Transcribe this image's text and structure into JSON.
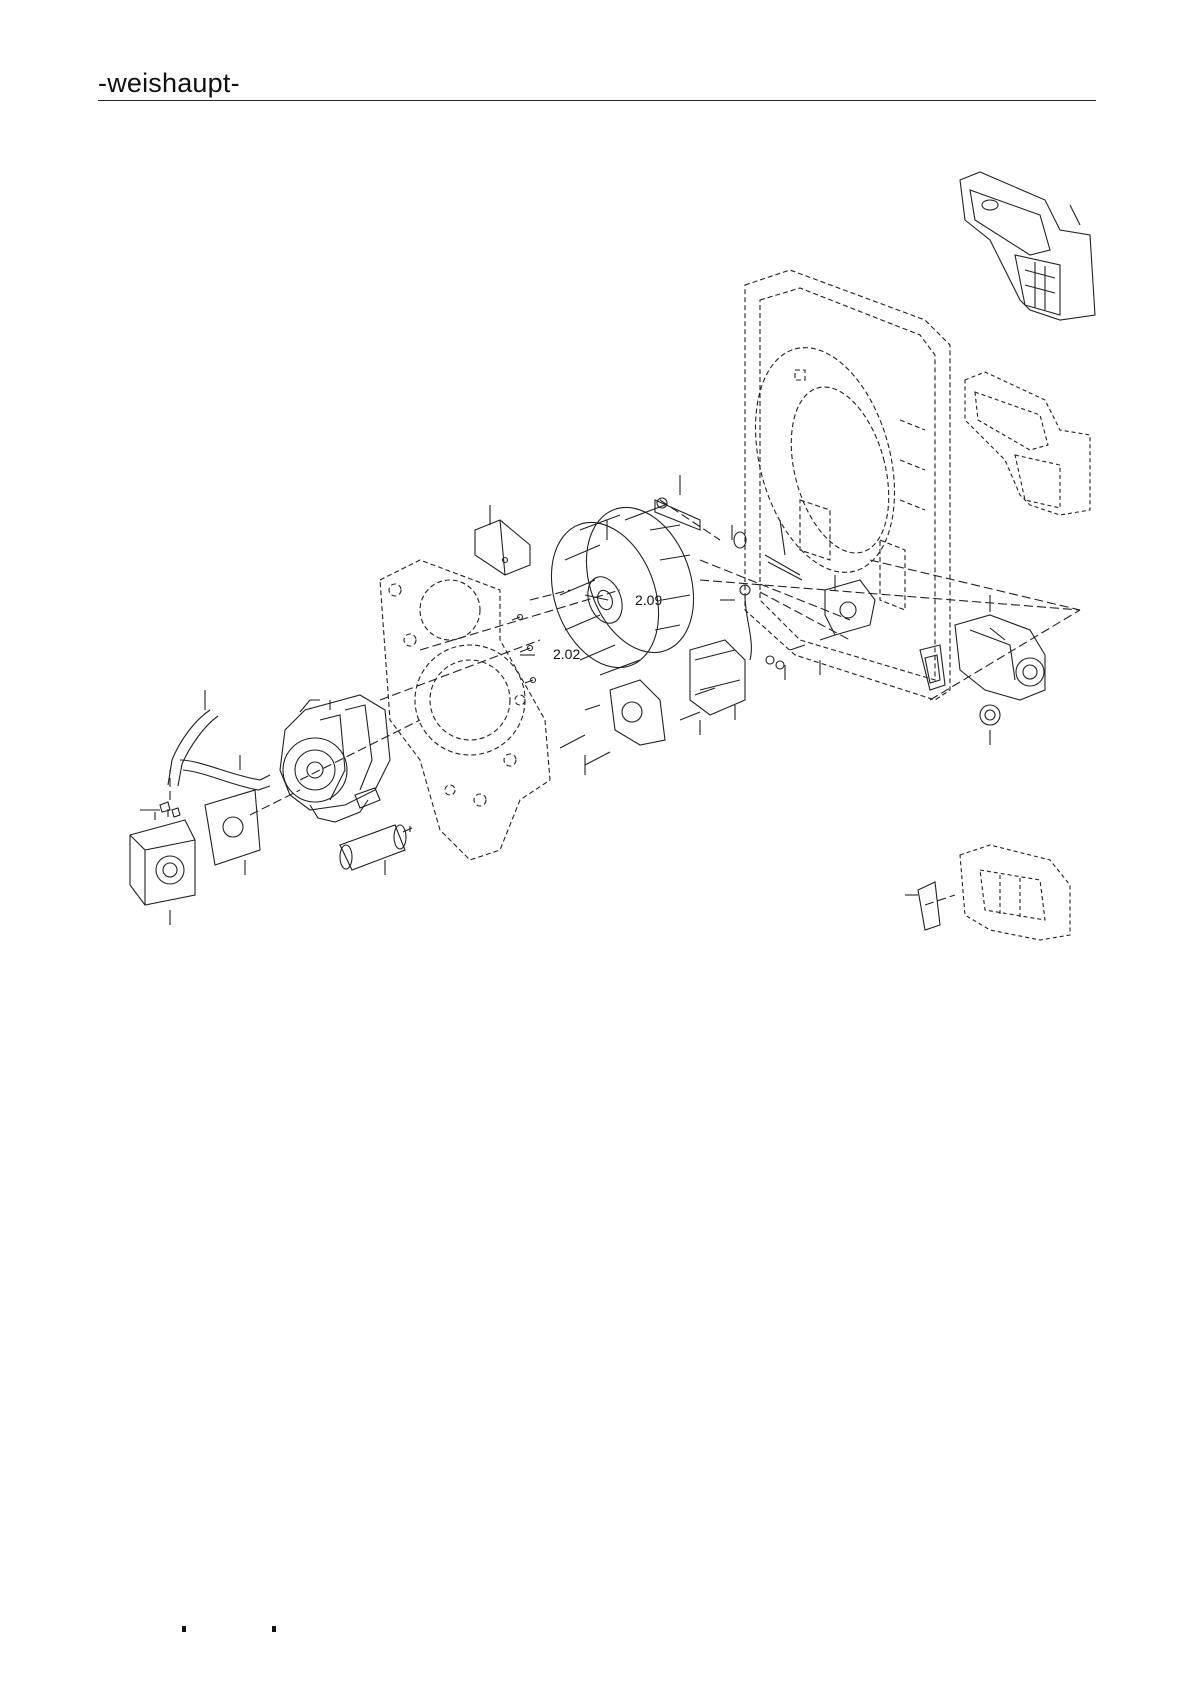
{
  "header": {
    "brand": "-weishaupt-"
  },
  "diagram": {
    "callouts": [
      {
        "id": "2.09",
        "label": "2.09"
      },
      {
        "id": "2.02",
        "label": "2.02"
      }
    ]
  }
}
